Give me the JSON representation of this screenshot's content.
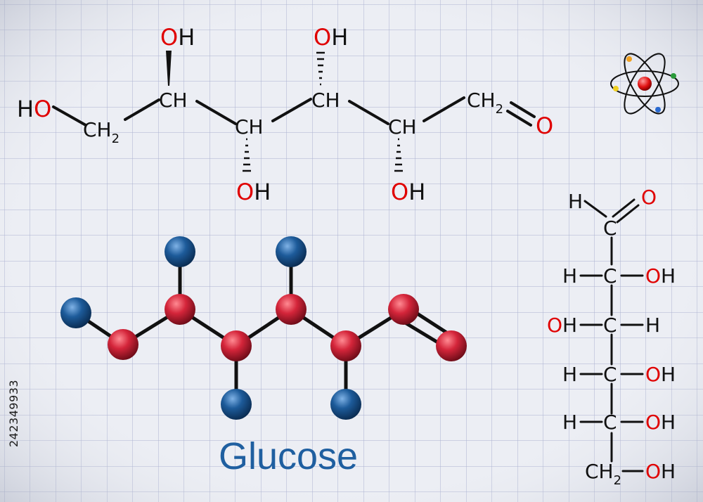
{
  "colors": {
    "background": "#e9ebf1",
    "grid_line": "#aab0d0",
    "bond": "#111111",
    "oxygen": "#e00000",
    "carbon_text": "#111111",
    "carbon_ball": "#d4253a",
    "oxygen_ball": "#c41b2e",
    "hydrogen_ball": "#1d5b9a",
    "title": "#1f5fa0"
  },
  "title": "Glucose",
  "stock_id": "242349933",
  "skeletal": {
    "atoms": [
      {
        "text": "HO",
        "color": "oxygen"
      },
      {
        "text": "CH",
        "sub": "2"
      },
      {
        "text": "CH"
      },
      {
        "text": "OH",
        "color": "oxygen"
      },
      {
        "text": "CH"
      },
      {
        "text": "OH",
        "color": "oxygen"
      },
      {
        "text": "CH"
      },
      {
        "text": "OH",
        "color": "oxygen"
      },
      {
        "text": "CH"
      },
      {
        "text": "OH",
        "color": "oxygen"
      },
      {
        "text": "CH",
        "sub": "2"
      },
      {
        "text": "O",
        "color": "oxygen"
      }
    ]
  },
  "fischer": {
    "top": {
      "h": "H",
      "o": "O"
    },
    "rows": [
      {
        "left": "H",
        "center": "C",
        "right": "OH"
      },
      {
        "left": "OH",
        "center": "C",
        "right": "H"
      },
      {
        "left": "H",
        "center": "C",
        "right": "OH"
      },
      {
        "left": "H",
        "center": "C",
        "right": "OH"
      }
    ],
    "aldehyde_c": "C",
    "bottom": {
      "center": "CH",
      "sub": "2",
      "right": "OH"
    }
  },
  "icon": "atom-icon"
}
